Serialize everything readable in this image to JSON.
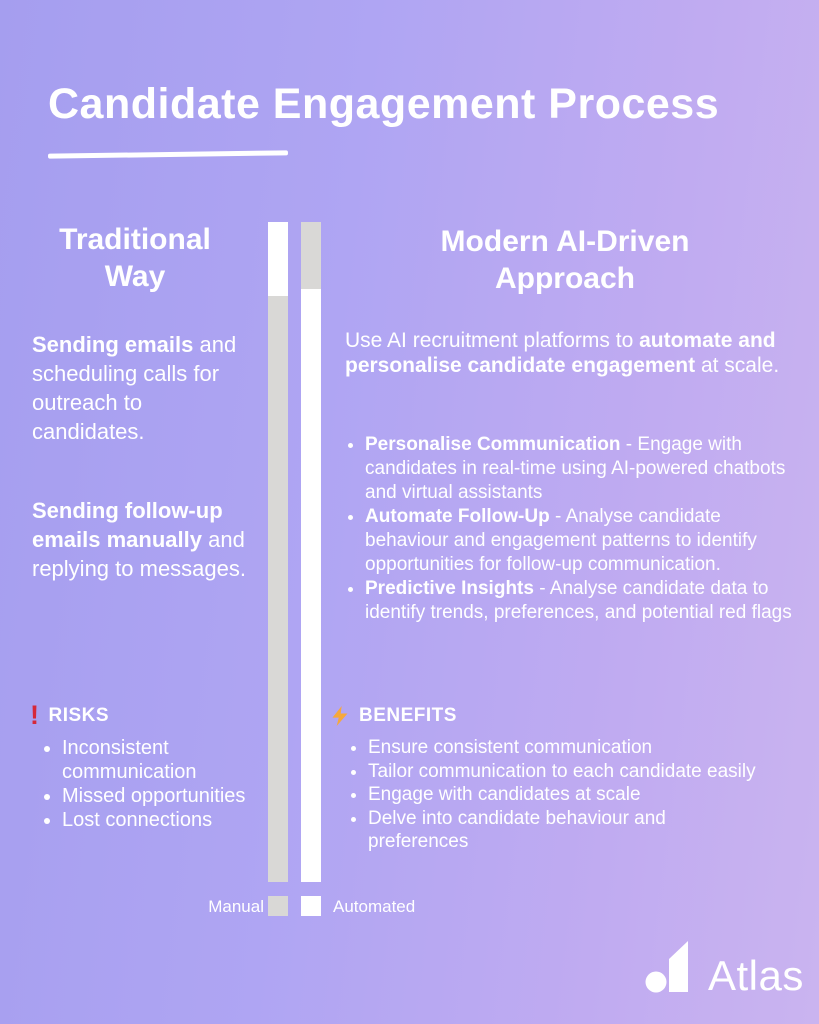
{
  "header": {
    "title": "Candidate Engagement Process"
  },
  "traditional": {
    "heading": "Traditional Way",
    "para1": {
      "bold": "Sending emails",
      "rest": " and scheduling calls for outreach to candidates."
    },
    "para2": {
      "bold": "Sending follow-up emails manually",
      "rest": " and replying to messages."
    },
    "risks": {
      "label": "RISKS",
      "items": [
        "Inconsistent communication",
        "Missed opportunities",
        "Lost connections"
      ]
    }
  },
  "modern": {
    "heading": "Modern AI-Driven Approach",
    "intro": {
      "pre": "Use AI recruitment platforms to ",
      "bold": "automate and personalise candidate engagement",
      "post": " at scale."
    },
    "bullets": [
      {
        "bold": "Personalise Communication",
        "rest": " -  Engage with candidates in real-time using AI-powered chatbots and virtual assistants"
      },
      {
        "bold": "Automate Follow-Up",
        "rest": " - Analyse candidate behaviour and engagement patterns to identify opportunities for follow-up communication."
      },
      {
        "bold": "Predictive Insights",
        "rest": " - Analyse candidate data to identify trends, preferences, and potential red flags"
      }
    ],
    "benefits": {
      "label": "BENEFITS",
      "items": [
        "Ensure consistent communication",
        "Tailor communication to each candidate easily",
        "Engage with candidates at scale",
        "Delve into candidate behaviour and preferences"
      ]
    }
  },
  "diagram": {
    "type": "comparison-bars",
    "bars": [
      {
        "name": "Traditional Way",
        "segments": [
          {
            "label": "Automated",
            "color": "#ffffff",
            "fraction": 0.11
          },
          {
            "label": "Manual",
            "color": "#d9d8d6",
            "fraction": 0.89
          }
        ]
      },
      {
        "name": "Modern AI-Driven Approach",
        "segments": [
          {
            "label": "Manual",
            "color": "#d9d8d6",
            "fraction": 0.1
          },
          {
            "label": "Automated",
            "color": "#ffffff",
            "fraction": 0.9
          }
        ]
      }
    ],
    "legend": {
      "manual": "Manual",
      "automated": "Automated"
    }
  },
  "icons": {
    "risks_exclamation": "!",
    "benefits_lightning": "lightning-bolt"
  },
  "footer": {
    "brand": "Atlas"
  },
  "colors": {
    "background_left": "#a59eef",
    "background_right": "#cab4f0",
    "text": "#ffffff",
    "manual_gray": "#d9d8d6",
    "automated_white": "#ffffff",
    "risk_red": "#d62839",
    "benefit_orange": "#f6a83c"
  }
}
